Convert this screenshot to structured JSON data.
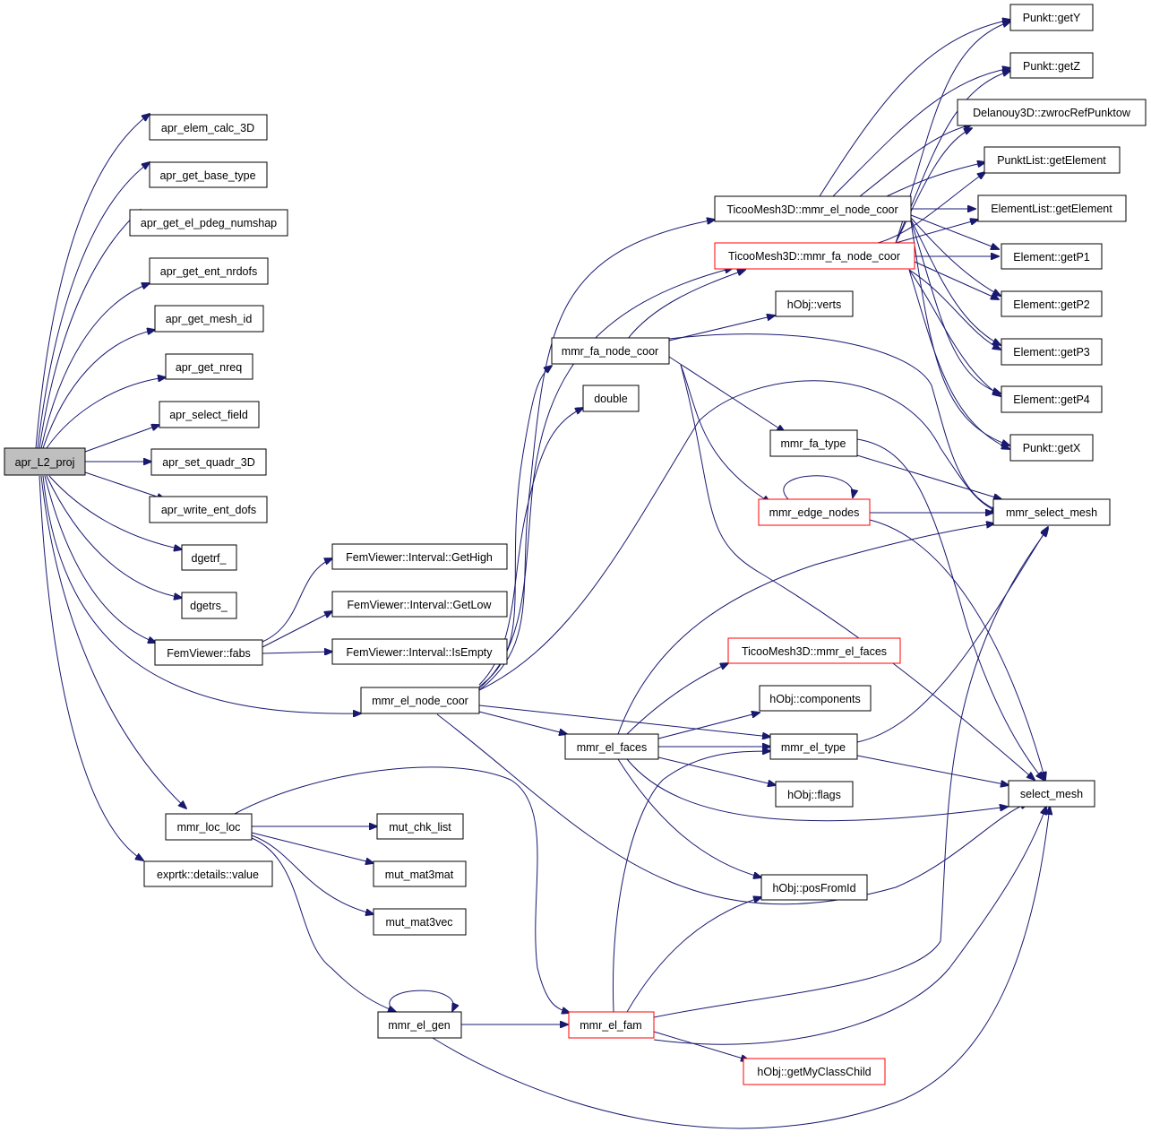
{
  "colors": {
    "edge": "#191970",
    "border_normal": "#000000",
    "border_truncated": "#ff0000",
    "root_fill": "#bfbfbf",
    "node_fill": "#ffffff"
  },
  "nodes": {
    "root": "apr_L2_proj",
    "elem_calc": "apr_elem_calc_3D",
    "base_type": "apr_get_base_type",
    "pdeg": "apr_get_el_pdeg_numshap",
    "nrdofs": "apr_get_ent_nrdofs",
    "mesh_id": "apr_get_mesh_id",
    "nreq": "apr_get_nreq",
    "sel_field": "apr_select_field",
    "quadr": "apr_set_quadr_3D",
    "write_dofs": "apr_write_ent_dofs",
    "dgetrf": "dgetrf_",
    "dgetrs": "dgetrs_",
    "fabs": "FemViewer::fabs",
    "gethigh": "FemViewer::Interval::GetHigh",
    "getlow": "FemViewer::Interval::GetLow",
    "isempty": "FemViewer::Interval::IsEmpty",
    "elnodecoor": "mmr_el_node_coor",
    "locloc": "mmr_loc_loc",
    "value": "exprtk::details::value",
    "chklist": "mut_chk_list",
    "mat3mat": "mut_mat3mat",
    "mat3vec": "mut_mat3vec",
    "elgen": "mmr_el_gen",
    "elfam": "mmr_el_fam",
    "getclass": "hObj::getMyClassChild",
    "posfromid": "hObj::posFromId",
    "flags": "hObj::flags",
    "eltype": "mmr_el_type",
    "components": "hObj::components",
    "ticoo_faces": "TicooMesh3D::mmr_el_faces",
    "elfaces": "mmr_el_faces",
    "selmesh": "select_mesh",
    "mmrselmesh": "mmr_select_mesh",
    "edgenodes": "mmr_edge_nodes",
    "fatype": "mmr_fa_type",
    "double": "double",
    "fanodecoor": "mmr_fa_node_coor",
    "verts": "hObj::verts",
    "ticoo_fa": "TicooMesh3D::mmr_fa_node_coor",
    "ticoo_el": "TicooMesh3D::mmr_el_node_coor",
    "gety": "Punkt::getY",
    "getz": "Punkt::getZ",
    "delaunoy": "Delanouy3D::zwrocRefPunktow",
    "punktlist": "PunktList::getElement",
    "elemlist": "ElementList::getElement",
    "getp1": "Element::getP1",
    "getp2": "Element::getP2",
    "getp3": "Element::getP3",
    "getp4": "Element::getP4",
    "getx": "Punkt::getX"
  }
}
